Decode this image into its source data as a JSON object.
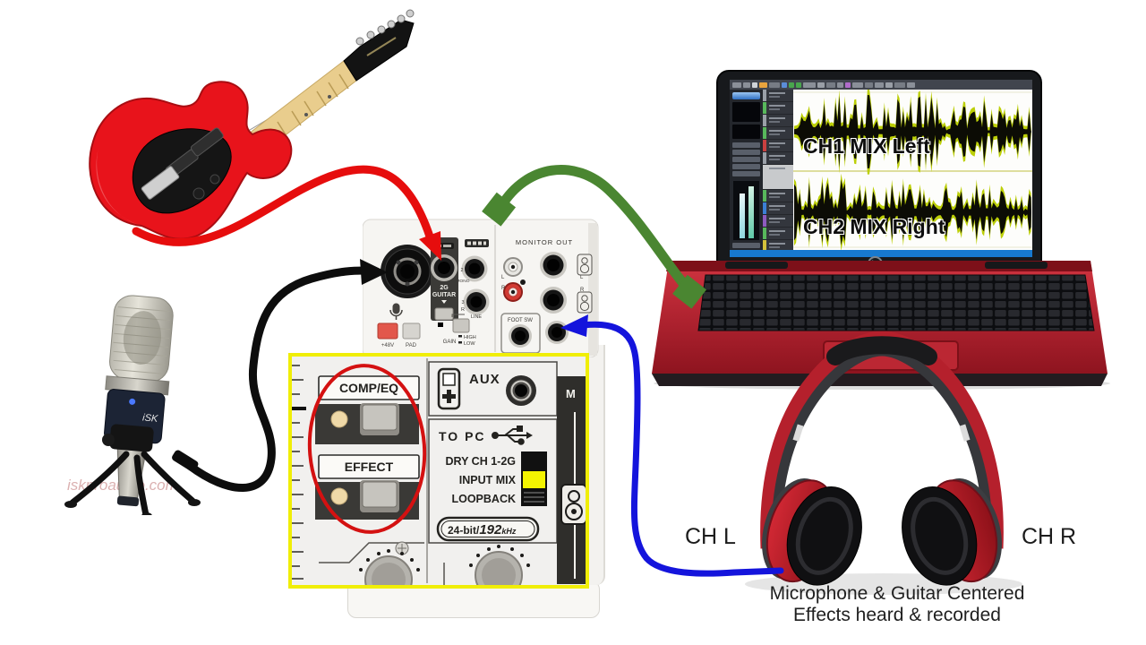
{
  "screen": {
    "ch1_label": "CH1 MIX Left",
    "ch2_label": "CH2 MIX Right"
  },
  "headphones": {
    "left_label": "CH L",
    "right_label": "CH R"
  },
  "caption": {
    "line1": "Microphone & Guitar Centered",
    "line2": "Effects heard & recorded"
  },
  "watermark": "iskproaudio.com",
  "mic": {
    "brand": "iSK"
  },
  "mixer": {
    "labels": {
      "monitor_out": "MONITOR OUT",
      "foot_sw": "FOOT SW",
      "guitar_ch": "2G",
      "guitar": "GUITAR",
      "phantom": "+48V",
      "pad": "PAD",
      "gain": "GAIN",
      "high": "HIGH",
      "low": "LOW",
      "line": "LINE",
      "ch2_num": "2",
      "ch2_mode": "L/MONO",
      "ch3_num": "3",
      "ch3_mode": "R",
      "rca_l": "L",
      "rca_r": "R",
      "mon_l": "L",
      "mon_r": "R"
    }
  },
  "inset": {
    "comp_eq": "COMP/EQ",
    "effect": "EFFECT",
    "aux": "AUX",
    "to_pc": "TO PC",
    "switch_options": [
      "DRY CH 1-2G",
      "INPUT MIX",
      "LOOPBACK"
    ],
    "selected": "INPUT MIX",
    "spec_prefix": "24-bit/",
    "spec_rate": "192",
    "spec_unit": "kHz",
    "monitor_label": "M"
  },
  "colors": {
    "cable_red": "#e60d0d",
    "cable_black": "#0d0d0d",
    "cable_green": "#4a8631",
    "cable_blue": "#1414dc",
    "inset_border": "#f0ee06",
    "switch_active": "#f4f401",
    "laptop_red": "#b5202c",
    "headphone_red": "#b5202c",
    "daw_taskbar": "#1779cf"
  }
}
